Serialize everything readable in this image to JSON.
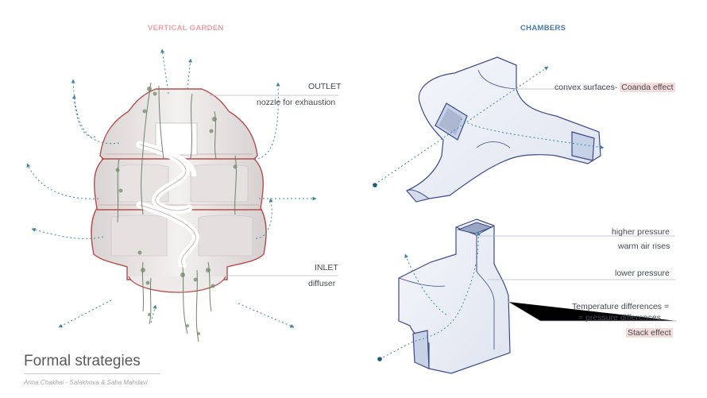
{
  "headings": {
    "left": "VERTICAL GARDEN",
    "right": "CHAMBERS"
  },
  "garden_labels": {
    "outlet": "OUTLET",
    "outlet_desc": "nozzle for exhaustion",
    "inlet": "INLET",
    "inlet_desc": "diffuser"
  },
  "chamber_top": {
    "convex_text": "convex surfaces-",
    "coanda": "Coanda effect"
  },
  "chamber_bottom": {
    "higher_pressure": "higher pressure",
    "warm_air": "warm air rises",
    "lower_pressure": "lower pressure",
    "temp_diff_1": "Temperature differences =",
    "temp_diff_2": "= pressure differences",
    "stack": "Stack effect"
  },
  "footer": {
    "title": "Formal strategies",
    "credit": "Anna Chakhai - Salakhova & Saba Mahdavi"
  },
  "colors": {
    "heading_left": "#e8a0a8",
    "heading_right": "#4a7aa8",
    "arrow": "#3a86a8",
    "outline_red": "#b84b4b",
    "chamber_edge": "#3c4a8a",
    "highlight": "#f4dcdc"
  }
}
